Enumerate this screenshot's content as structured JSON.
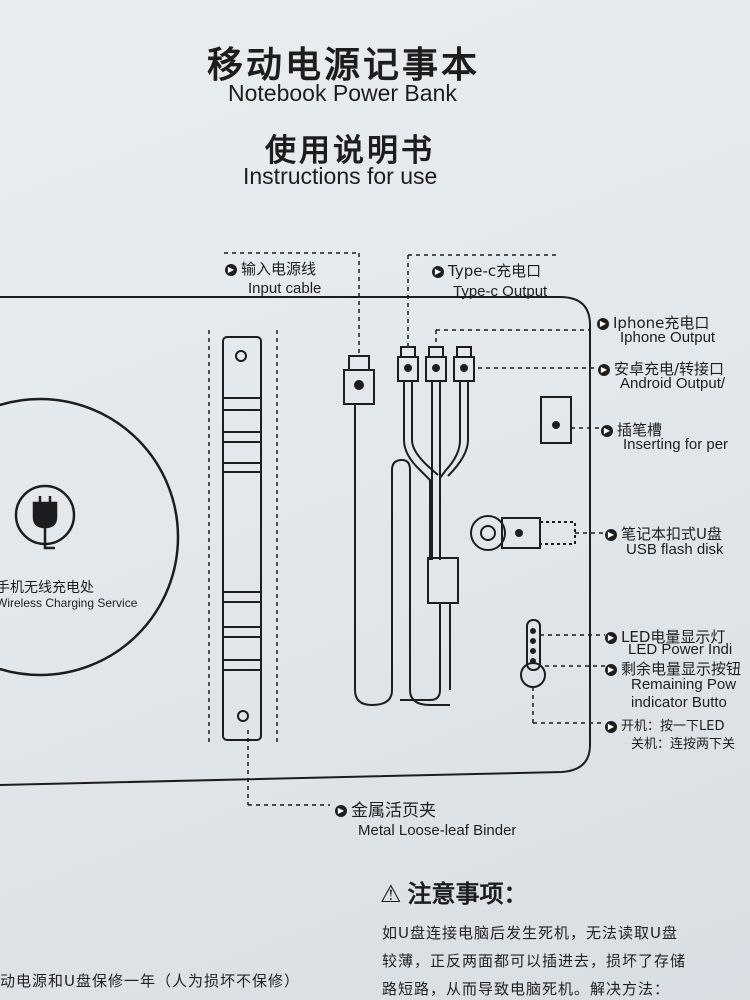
{
  "header": {
    "title_cn": "移动电源记事本",
    "title_en": "Notebook Power Bank",
    "subtitle_cn": "使用说明书",
    "subtitle_en": "Instructions for use"
  },
  "labels": {
    "input_cable": {
      "cn": "输入电源线",
      "en": "Input cable"
    },
    "typec": {
      "cn": "Type-c充电口",
      "en": "Type-c Output"
    },
    "iphone": {
      "cn": "Iphone充电口",
      "en": "Iphone Output"
    },
    "android": {
      "cn": "安卓充电/转接口",
      "en": "Android Output/"
    },
    "pen": {
      "cn": "插笔槽",
      "en": "Inserting for per"
    },
    "usb": {
      "cn": "笔记本扣式U盘",
      "en": "USB flash disk"
    },
    "led": {
      "cn": "LED电量显示灯",
      "en": "LED Power Indi"
    },
    "remaining": {
      "cn": "剩余电量显示按钮",
      "en1": "Remaining Pow",
      "en2": "indicator Butto"
    },
    "power": {
      "cn1": "开机：按一下LED",
      "cn2": "关机：连按两下关"
    },
    "binder": {
      "cn": "金属活页夹",
      "en": "Metal Loose-leaf Binder"
    },
    "wireless": {
      "cn": "手机无线充电处",
      "en": "Wireless Charging Service"
    }
  },
  "notes": {
    "heading": "注意事项：",
    "line1": "如U盘连接电脑后发生死机，无法读取U盘",
    "line2": "较薄，正反两面都可以插进去，损坏了存储",
    "line3": "路短路，从而导致电脑死机。解决方法：",
    "warranty": "动电源和U盘保修一年（人为损坏不保修）"
  },
  "icons": {
    "bullet": "play-circle-icon",
    "plug": "plug-icon",
    "warning": "warning-triangle-icon"
  }
}
